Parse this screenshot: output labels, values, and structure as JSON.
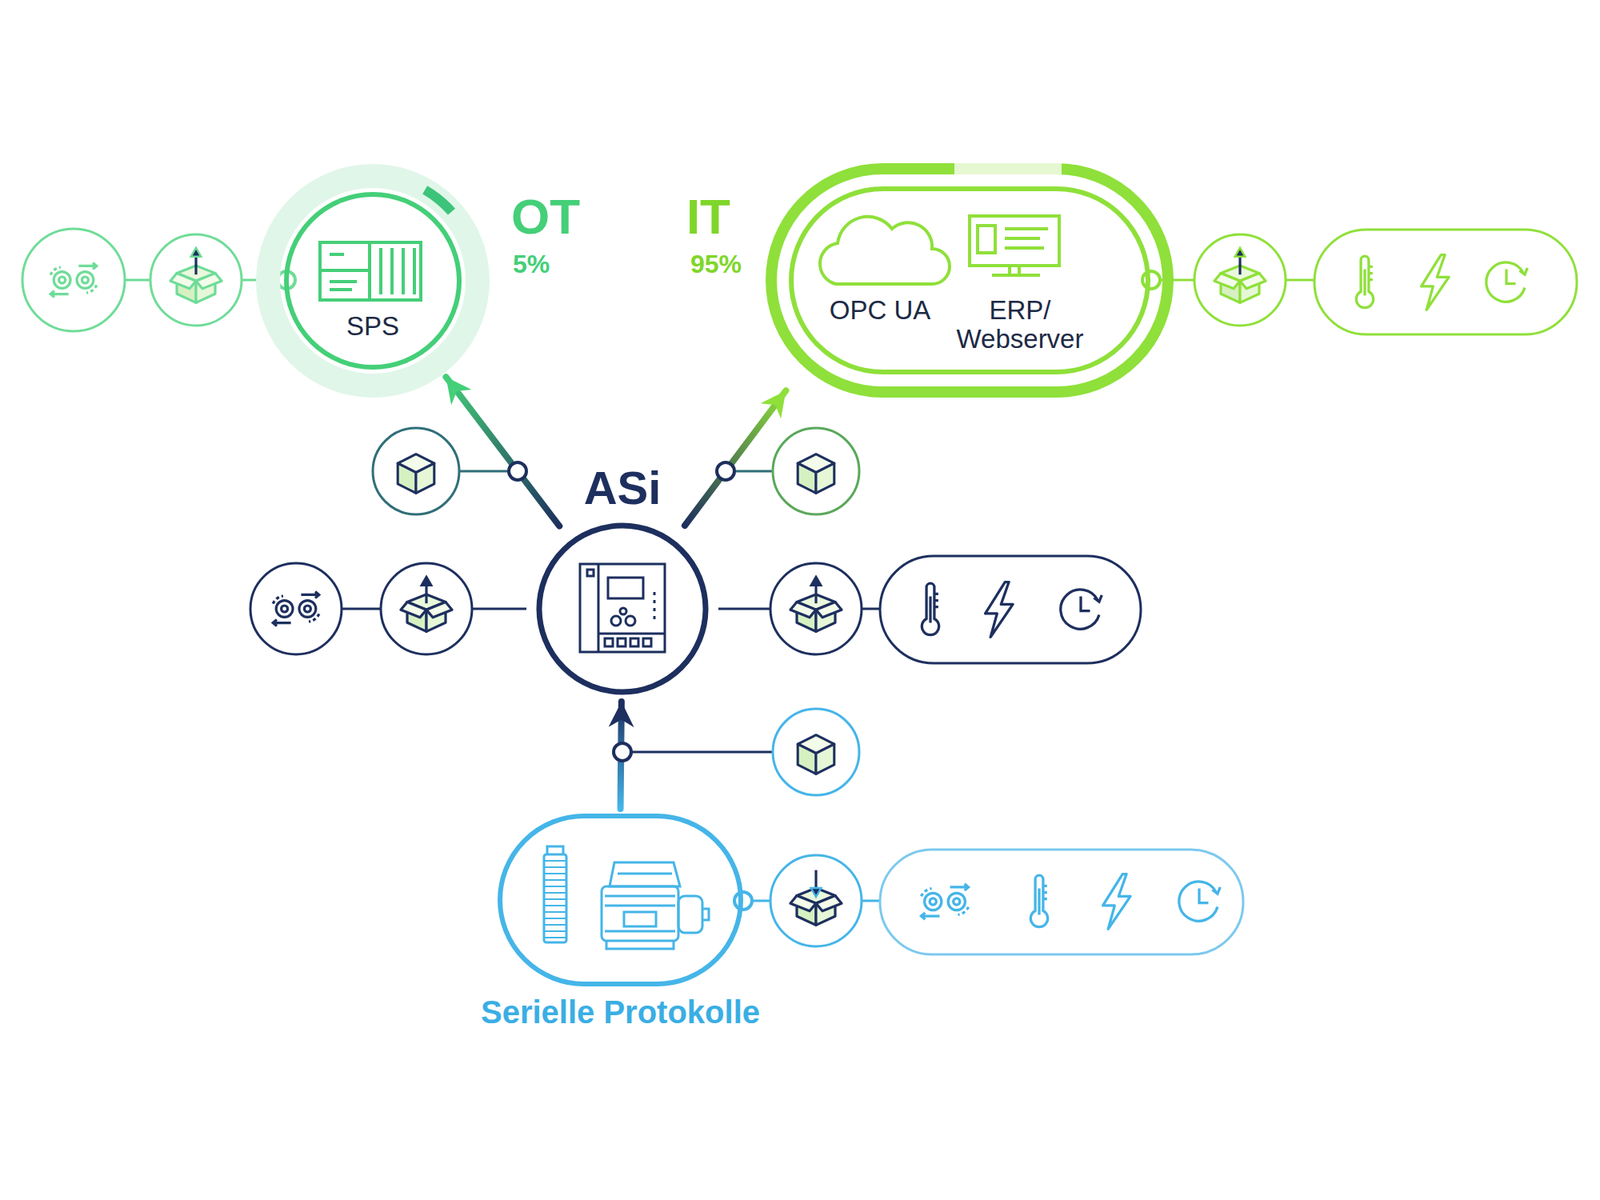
{
  "diagram": {
    "nodes": [
      {
        "text": [
          "OT",
          "5%",
          "SPS"
        ]
      },
      {
        "text": [
          "IT",
          "95%"
        ]
      },
      {
        "text": [
          "OPC UA"
        ],
        "in": 1
      },
      {
        "text": [
          "ERP/ Webserver"
        ],
        "in": 1
      },
      {
        "text": [
          "ASi"
        ]
      },
      {
        "text": [
          "Serielle Protokolle"
        ]
      }
    ],
    "edges": [
      {
        "from": 4,
        "to": 0,
        "arrow": "to"
      },
      {
        "from": 4,
        "to": 1,
        "arrow": "to"
      },
      {
        "from": 5,
        "to": 4,
        "arrow": "to"
      }
    ]
  }
}
